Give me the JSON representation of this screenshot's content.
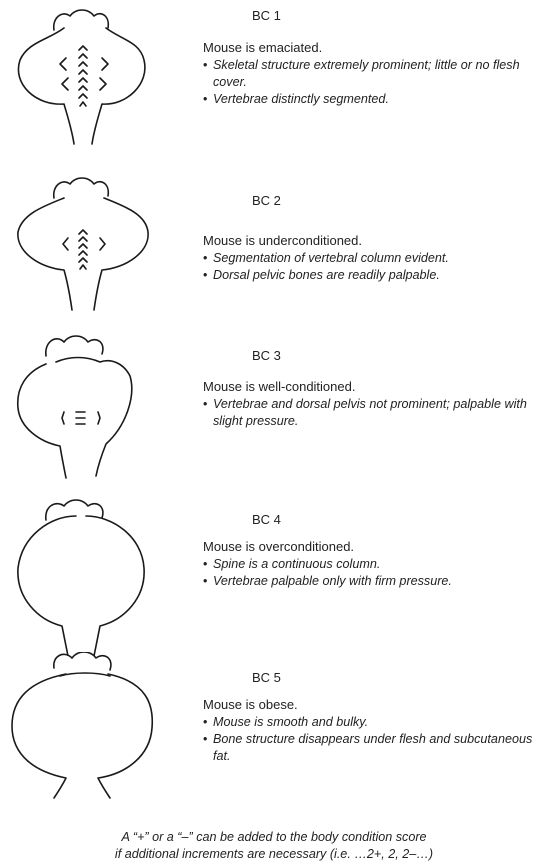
{
  "scores": [
    {
      "title": "BC 1",
      "summary": "Mouse is emaciated.",
      "details": [
        "Skeletal structure extremely prominent; little or no flesh cover.",
        "Vertebrae distinctly segmented."
      ]
    },
    {
      "title": "BC 2",
      "summary": "Mouse is underconditioned.",
      "details": [
        "Segmentation of vertebral column evident.",
        "Dorsal pelvic bones are readily palpable."
      ]
    },
    {
      "title": "BC 3",
      "summary": "Mouse is well-conditioned.",
      "details": [
        "Vertebrae and dorsal pelvis not prominent; palpable with slight pressure."
      ]
    },
    {
      "title": "BC 4",
      "summary": "Mouse is overconditioned.",
      "details": [
        "Spine is a continuous column.",
        "Vertebrae palpable only with firm pressure."
      ]
    },
    {
      "title": "BC 5",
      "summary": "Mouse is obese.",
      "details": [
        "Mouse is smooth and bulky.",
        "Bone structure disappears under flesh and subcutaneous fat."
      ]
    }
  ],
  "footnote": {
    "line1": "A “+” or a “–” can be added to the body condition score",
    "line2": "if additional increments are necessary (i.e. …2+, 2, 2–…)"
  }
}
